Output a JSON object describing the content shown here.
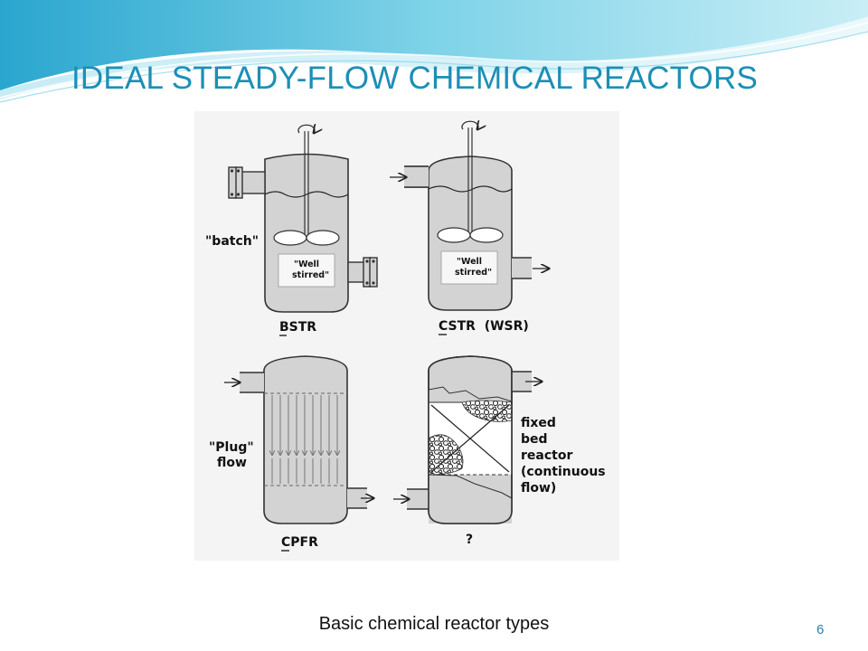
{
  "slide": {
    "title": "IDEAL STEADY-FLOW CHEMICAL REACTORS",
    "caption": "Basic chemical reactor types",
    "page_number": "6"
  },
  "figure": {
    "batch_label": "\"batch\"",
    "well_stirred_line1": "\"Well",
    "well_stirred_line2": "stirred\"",
    "bstr_label": "BSTR",
    "cstr_label": "CSTR  (WSR)",
    "plug_flow_line1": "\"Plug\"",
    "plug_flow_line2": "flow",
    "cpfr_label": "CPFR",
    "fixed_bed_lines": [
      "fixed",
      "bed",
      "reactor",
      "(continuous",
      "flow)"
    ],
    "unknown_label": "?"
  },
  "colors": {
    "title": "#1c8fb6",
    "vessel_fill": "#d3d3d3",
    "figure_background": "#f4f4f4",
    "banner_blue": "#5fc3df"
  }
}
